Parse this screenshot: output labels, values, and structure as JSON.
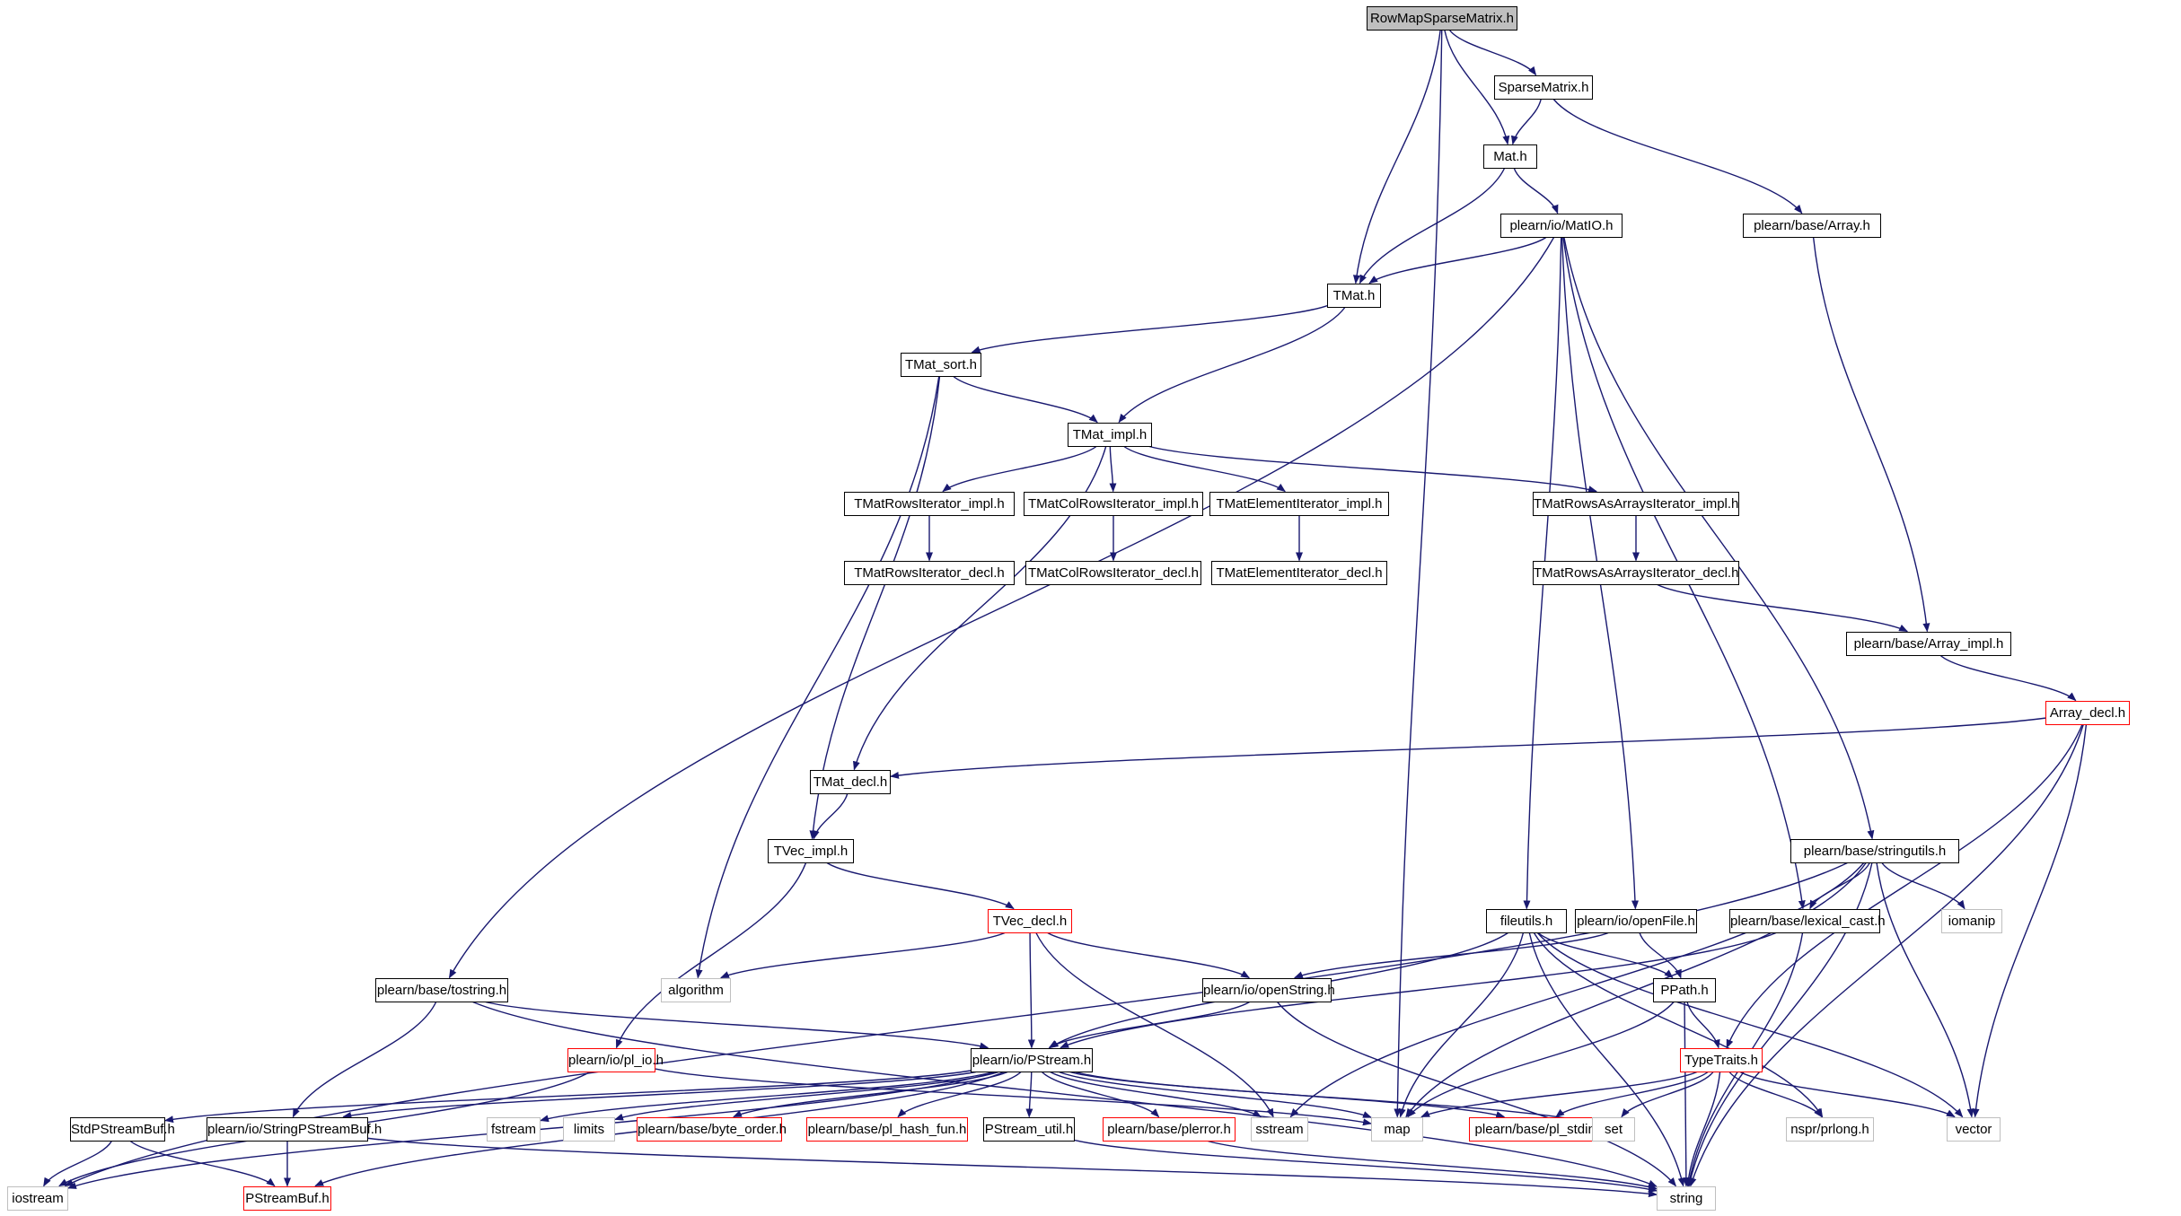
{
  "graph": {
    "root": "RowMapSparseMatrix.h",
    "edge_color": "#191970",
    "colors": {
      "root_fill": "#bfbfbf",
      "node_border": "#000000",
      "truncated_border": "#ff0000",
      "system_border": "#bfbfbf"
    },
    "nodes": [
      {
        "id": "rowmap",
        "label": "RowMapSparseMatrix.h",
        "kind": "root"
      },
      {
        "id": "sparse",
        "label": "SparseMatrix.h",
        "kind": "normal"
      },
      {
        "id": "mat",
        "label": "Mat.h",
        "kind": "normal"
      },
      {
        "id": "matio",
        "label": "plearn/io/MatIO.h",
        "kind": "normal"
      },
      {
        "id": "array",
        "label": "plearn/base/Array.h",
        "kind": "normal"
      },
      {
        "id": "tmat",
        "label": "TMat.h",
        "kind": "normal"
      },
      {
        "id": "tmatsort",
        "label": "TMat_sort.h",
        "kind": "normal"
      },
      {
        "id": "tmatimpl",
        "label": "TMat_impl.h",
        "kind": "normal"
      },
      {
        "id": "rowsimpl",
        "label": "TMatRowsIterator_impl.h",
        "kind": "normal"
      },
      {
        "id": "colrowsimpl",
        "label": "TMatColRowsIterator_impl.h",
        "kind": "normal"
      },
      {
        "id": "elemimpl",
        "label": "TMatElementIterator_impl.h",
        "kind": "normal"
      },
      {
        "id": "raaimpl",
        "label": "TMatRowsAsArraysIterator_impl.h",
        "kind": "normal"
      },
      {
        "id": "rowsdecl",
        "label": "TMatRowsIterator_decl.h",
        "kind": "normal"
      },
      {
        "id": "colrowsdecl",
        "label": "TMatColRowsIterator_decl.h",
        "kind": "normal"
      },
      {
        "id": "elemdecl",
        "label": "TMatElementIterator_decl.h",
        "kind": "normal"
      },
      {
        "id": "raadecl",
        "label": "TMatRowsAsArraysIterator_decl.h",
        "kind": "normal"
      },
      {
        "id": "arrayimpl",
        "label": "plearn/base/Array_impl.h",
        "kind": "normal"
      },
      {
        "id": "arraydecl",
        "label": "Array_decl.h",
        "kind": "truncated"
      },
      {
        "id": "tmatdecl",
        "label": "TMat_decl.h",
        "kind": "normal"
      },
      {
        "id": "tvecimpl",
        "label": "TVec_impl.h",
        "kind": "normal"
      },
      {
        "id": "stringutils",
        "label": "plearn/base/stringutils.h",
        "kind": "normal"
      },
      {
        "id": "tvecdecl",
        "label": "TVec_decl.h",
        "kind": "truncated"
      },
      {
        "id": "fileutils",
        "label": "fileutils.h",
        "kind": "normal"
      },
      {
        "id": "openfile",
        "label": "plearn/io/openFile.h",
        "kind": "normal"
      },
      {
        "id": "lexcast",
        "label": "plearn/base/lexical_cast.h",
        "kind": "normal"
      },
      {
        "id": "iomanip",
        "label": "iomanip",
        "kind": "system"
      },
      {
        "id": "algorithm",
        "label": "algorithm",
        "kind": "system"
      },
      {
        "id": "tostring",
        "label": "plearn/base/tostring.h",
        "kind": "normal"
      },
      {
        "id": "openstring",
        "label": "plearn/io/openString.h",
        "kind": "normal"
      },
      {
        "id": "ppath",
        "label": "PPath.h",
        "kind": "normal"
      },
      {
        "id": "plio",
        "label": "plearn/io/pl_io.h",
        "kind": "truncated"
      },
      {
        "id": "pstream",
        "label": "plearn/io/PStream.h",
        "kind": "normal"
      },
      {
        "id": "typetraits",
        "label": "TypeTraits.h",
        "kind": "truncated"
      },
      {
        "id": "stdpsb",
        "label": "StdPStreamBuf.h",
        "kind": "normal"
      },
      {
        "id": "strpsb",
        "label": "plearn/io/StringPStreamBuf.h",
        "kind": "normal"
      },
      {
        "id": "fstream",
        "label": "fstream",
        "kind": "system"
      },
      {
        "id": "limits",
        "label": "limits",
        "kind": "system"
      },
      {
        "id": "byteorder",
        "label": "plearn/base/byte_order.h",
        "kind": "truncated"
      },
      {
        "id": "hashfun",
        "label": "plearn/base/pl_hash_fun.h",
        "kind": "truncated"
      },
      {
        "id": "psutil",
        "label": "PStream_util.h",
        "kind": "normal"
      },
      {
        "id": "plerror",
        "label": "plearn/base/plerror.h",
        "kind": "truncated"
      },
      {
        "id": "sstream",
        "label": "sstream",
        "kind": "system"
      },
      {
        "id": "map",
        "label": "map",
        "kind": "system"
      },
      {
        "id": "stdint",
        "label": "plearn/base/pl_stdint.h",
        "kind": "truncated"
      },
      {
        "id": "set",
        "label": "set",
        "kind": "system"
      },
      {
        "id": "prlong",
        "label": "nspr/prlong.h",
        "kind": "system"
      },
      {
        "id": "vector",
        "label": "vector",
        "kind": "system"
      },
      {
        "id": "iostream",
        "label": "iostream",
        "kind": "system"
      },
      {
        "id": "psbuf",
        "label": "PStreamBuf.h",
        "kind": "truncated"
      },
      {
        "id": "string",
        "label": "string",
        "kind": "system"
      }
    ],
    "edges": [
      [
        "rowmap",
        "sparse"
      ],
      [
        "rowmap",
        "mat"
      ],
      [
        "rowmap",
        "tmat"
      ],
      [
        "rowmap",
        "map"
      ],
      [
        "sparse",
        "mat"
      ],
      [
        "sparse",
        "array"
      ],
      [
        "mat",
        "matio"
      ],
      [
        "mat",
        "tmat"
      ],
      [
        "matio",
        "tmat"
      ],
      [
        "matio",
        "tostring"
      ],
      [
        "matio",
        "fileutils"
      ],
      [
        "matio",
        "openfile"
      ],
      [
        "matio",
        "lexcast"
      ],
      [
        "matio",
        "stringutils"
      ],
      [
        "array",
        "arrayimpl"
      ],
      [
        "tmat",
        "tmatsort"
      ],
      [
        "tmat",
        "tmatimpl"
      ],
      [
        "tmatsort",
        "tmatimpl"
      ],
      [
        "tmatsort",
        "algorithm"
      ],
      [
        "tmatsort",
        "tvecimpl"
      ],
      [
        "tmatimpl",
        "rowsimpl"
      ],
      [
        "tmatimpl",
        "colrowsimpl"
      ],
      [
        "tmatimpl",
        "elemimpl"
      ],
      [
        "tmatimpl",
        "raaimpl"
      ],
      [
        "tmatimpl",
        "tmatdecl"
      ],
      [
        "rowsimpl",
        "rowsdecl"
      ],
      [
        "colrowsimpl",
        "colrowsdecl"
      ],
      [
        "elemimpl",
        "elemdecl"
      ],
      [
        "raaimpl",
        "raadecl"
      ],
      [
        "raadecl",
        "arrayimpl"
      ],
      [
        "arrayimpl",
        "arraydecl"
      ],
      [
        "arraydecl",
        "tmatdecl"
      ],
      [
        "arraydecl",
        "typetraits"
      ],
      [
        "arraydecl",
        "vector"
      ],
      [
        "arraydecl",
        "string"
      ],
      [
        "tmatdecl",
        "tvecimpl"
      ],
      [
        "tvecimpl",
        "tvecdecl"
      ],
      [
        "tvecimpl",
        "plio"
      ],
      [
        "tvecdecl",
        "algorithm"
      ],
      [
        "tvecdecl",
        "openstring"
      ],
      [
        "tvecdecl",
        "pstream"
      ],
      [
        "tvecdecl",
        "sstream"
      ],
      [
        "stringutils",
        "lexcast"
      ],
      [
        "stringutils",
        "iomanip"
      ],
      [
        "stringutils",
        "vector"
      ],
      [
        "stringutils",
        "string"
      ],
      [
        "stringutils",
        "map"
      ],
      [
        "stringutils",
        "sstream"
      ],
      [
        "stringutils",
        "iostream"
      ],
      [
        "lexcast",
        "string"
      ],
      [
        "lexcast",
        "pstream"
      ],
      [
        "fileutils",
        "ppath"
      ],
      [
        "fileutils",
        "pstream"
      ],
      [
        "fileutils",
        "map"
      ],
      [
        "fileutils",
        "string"
      ],
      [
        "fileutils",
        "vector"
      ],
      [
        "fileutils",
        "prlong"
      ],
      [
        "openfile",
        "ppath"
      ],
      [
        "openfile",
        "openstring"
      ],
      [
        "openstring",
        "pstream"
      ],
      [
        "openstring",
        "string"
      ],
      [
        "ppath",
        "typetraits"
      ],
      [
        "ppath",
        "string"
      ],
      [
        "ppath",
        "map"
      ],
      [
        "tostring",
        "pstream"
      ],
      [
        "tostring",
        "strpsb"
      ],
      [
        "tostring",
        "string"
      ],
      [
        "plio",
        "map"
      ],
      [
        "plio",
        "iostream"
      ],
      [
        "pstream",
        "stdpsb"
      ],
      [
        "pstream",
        "strpsb"
      ],
      [
        "pstream",
        "psbuf"
      ],
      [
        "pstream",
        "fstream"
      ],
      [
        "pstream",
        "limits"
      ],
      [
        "pstream",
        "byteorder"
      ],
      [
        "pstream",
        "hashfun"
      ],
      [
        "pstream",
        "psutil"
      ],
      [
        "pstream",
        "plerror"
      ],
      [
        "pstream",
        "sstream"
      ],
      [
        "pstream",
        "map"
      ],
      [
        "pstream",
        "stdint"
      ],
      [
        "pstream",
        "set"
      ],
      [
        "pstream",
        "iostream"
      ],
      [
        "typetraits",
        "map"
      ],
      [
        "typetraits",
        "stdint"
      ],
      [
        "typetraits",
        "set"
      ],
      [
        "typetraits",
        "prlong"
      ],
      [
        "typetraits",
        "vector"
      ],
      [
        "typetraits",
        "string"
      ],
      [
        "stdpsb",
        "iostream"
      ],
      [
        "stdpsb",
        "psbuf"
      ],
      [
        "strpsb",
        "psbuf"
      ],
      [
        "strpsb",
        "string"
      ],
      [
        "psutil",
        "string"
      ],
      [
        "plerror",
        "string"
      ]
    ]
  }
}
